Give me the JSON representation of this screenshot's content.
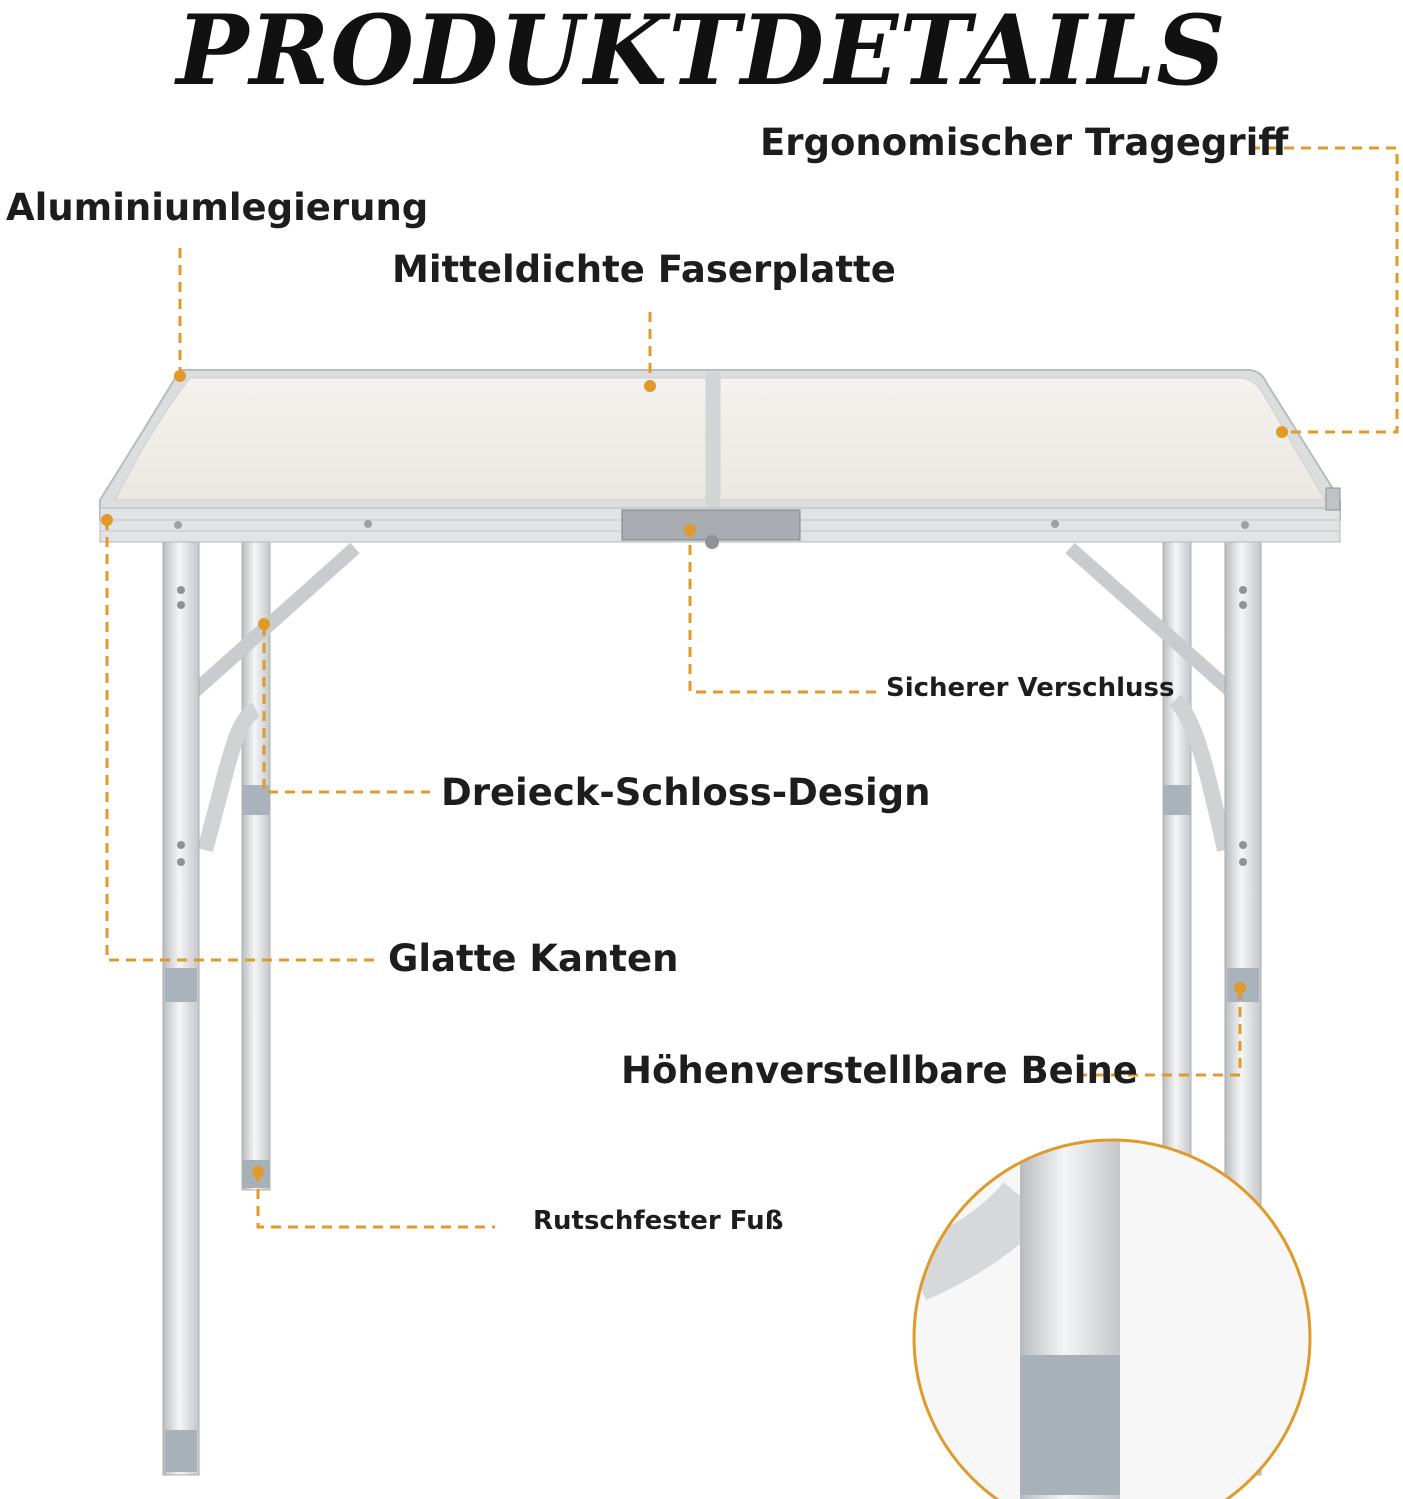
{
  "title": "PRODUKTDETAILS",
  "labels": {
    "handle": "Ergonomischer Tragegriff",
    "aluminium": "Aluminiumlegierung",
    "mdf": "Mitteldichte Faserplatte",
    "lock": "Sicherer Verschluss",
    "triangle": "Dreieck-Schloss-Design",
    "edges": "Glatte Kanten",
    "legs": "Höhenverstellbare Beine",
    "foot": "Rutschfester Fuß"
  },
  "colors": {
    "accent": "#e09a2c",
    "metal": "#d9dadb",
    "foot": "#a8b0b8",
    "tabletop": "#efece6"
  }
}
